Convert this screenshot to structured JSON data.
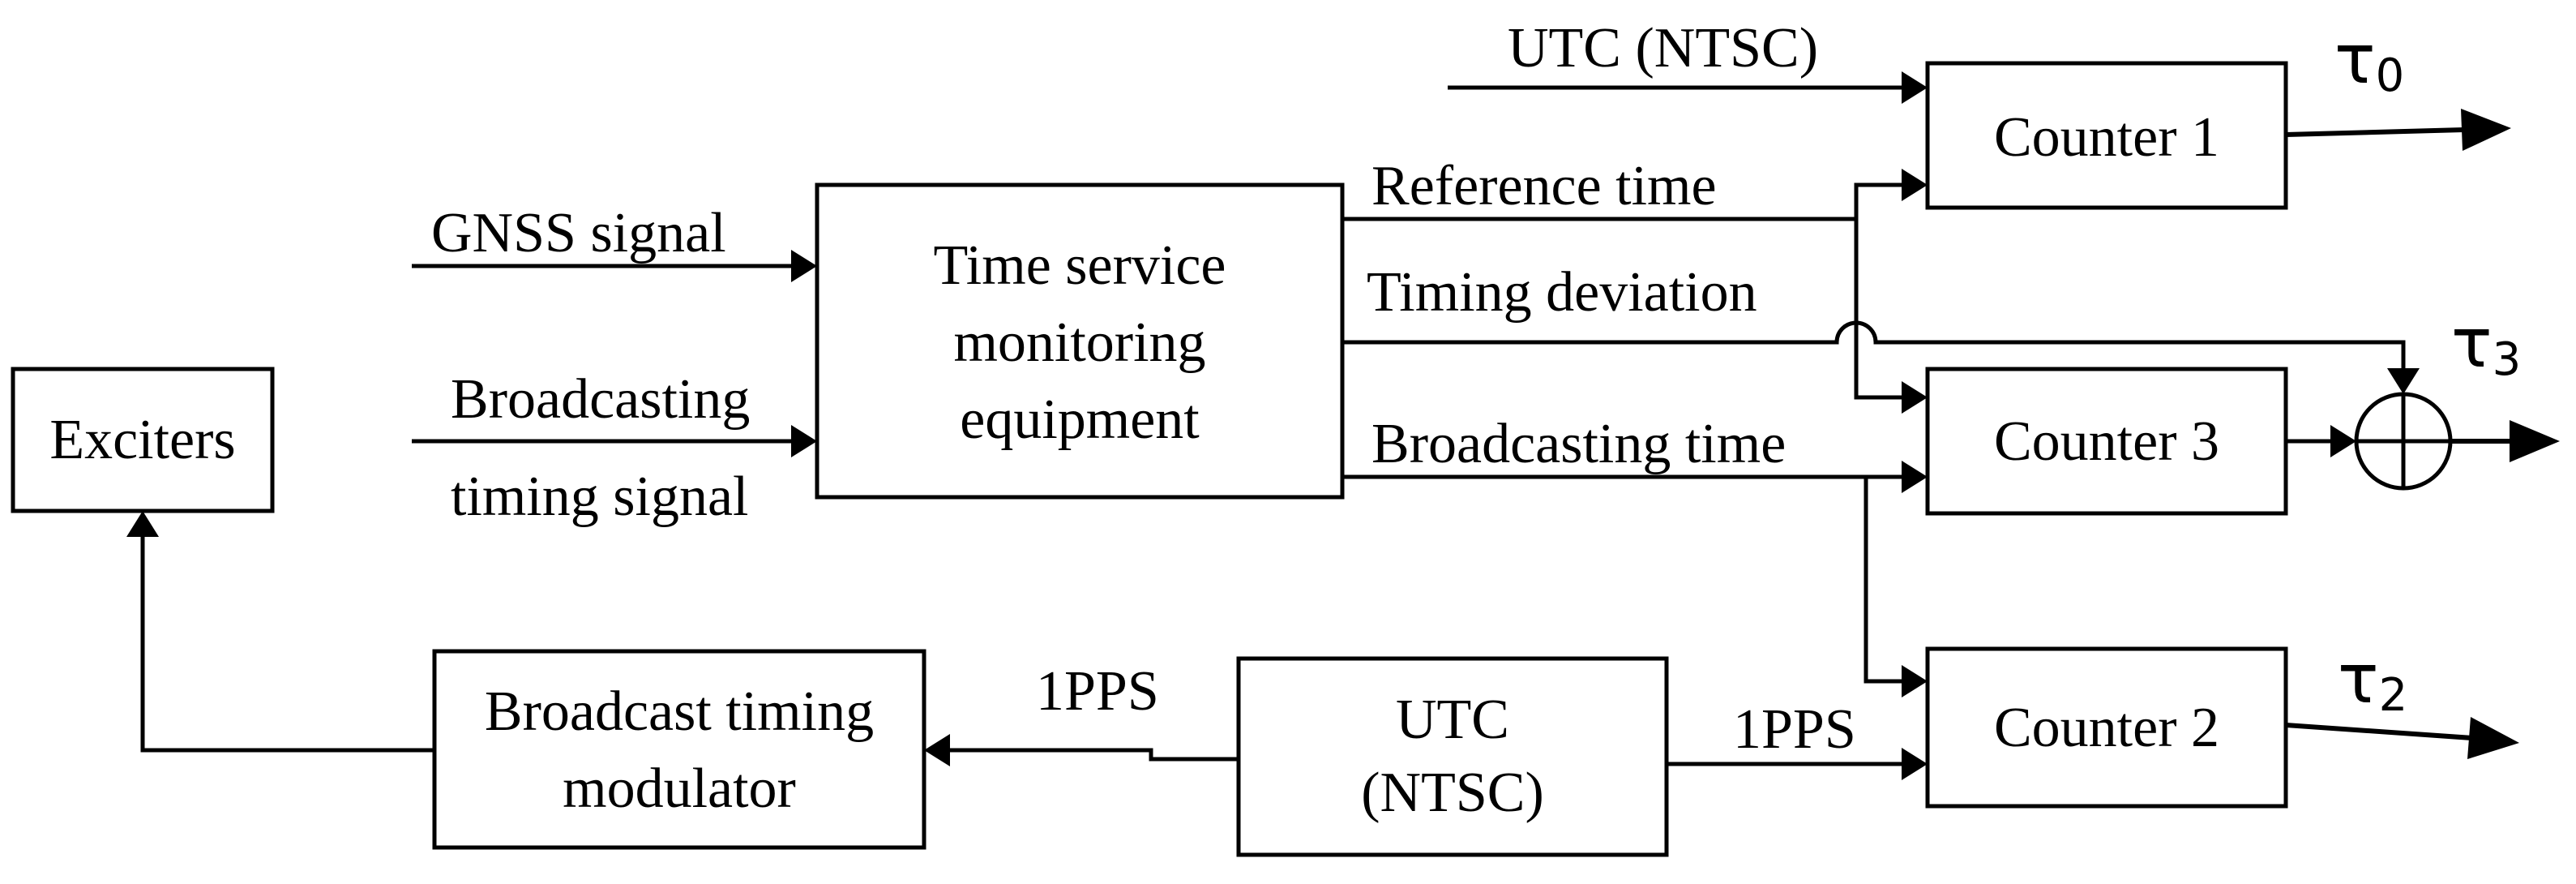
{
  "blocks": {
    "exciters": "Exciters",
    "monitor": [
      "Time service",
      "monitoring",
      "equipment"
    ],
    "modulator": [
      "Broadcast timing",
      "modulator"
    ],
    "utc_box": [
      "UTC",
      "(NTSC)"
    ],
    "counter1": "Counter 1",
    "counter2": "Counter 2",
    "counter3": "Counter 3"
  },
  "signals": {
    "gnss": "GNSS  signal",
    "broadcast_in": [
      "Broadcasting",
      "timing signal"
    ],
    "utc_top": "UTC (NTSC)",
    "reference_time": "Reference time",
    "timing_deviation": "Timing  deviation",
    "broadcasting_time": "Broadcasting time",
    "pps_left": "1PPS",
    "pps_right": "1PPS"
  },
  "outputs": {
    "tau0": {
      "symbol": "τ",
      "subscript": "0"
    },
    "tau2": {
      "symbol": "τ",
      "subscript": "2"
    },
    "tau3": {
      "symbol": "τ",
      "subscript": "3"
    }
  }
}
